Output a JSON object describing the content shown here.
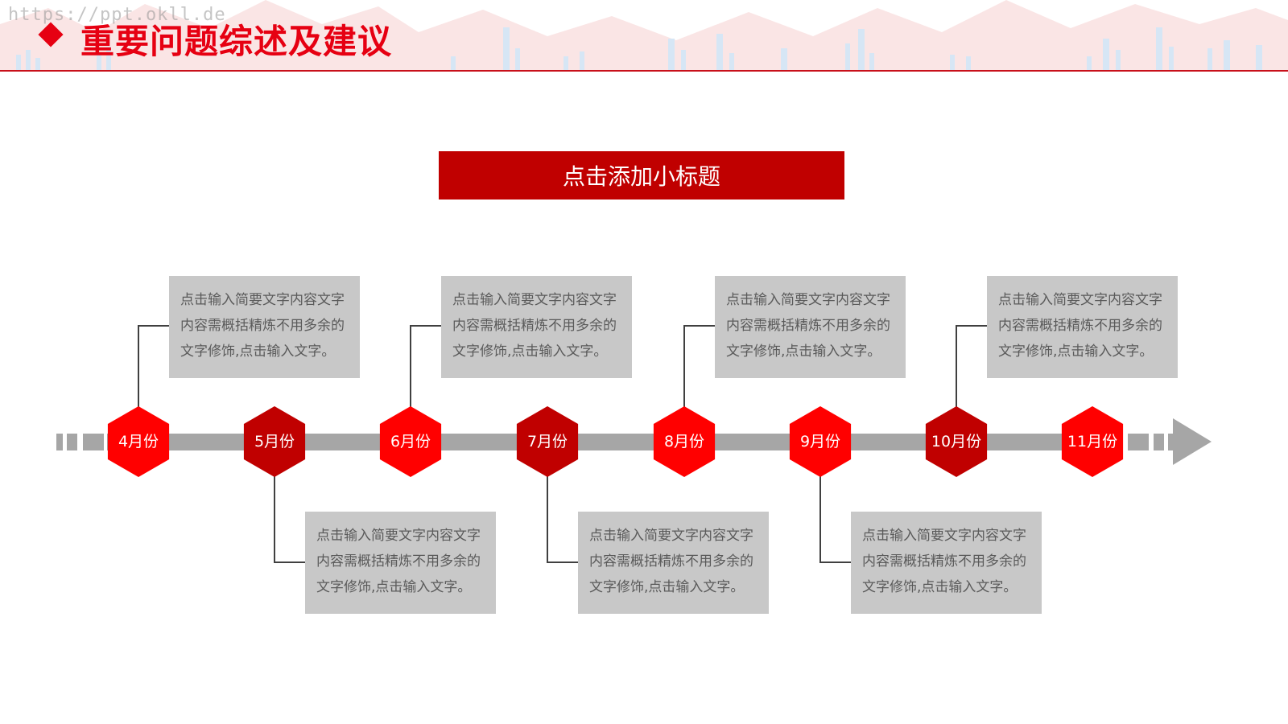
{
  "header": {
    "watermark": "https://ppt.okll.de",
    "title": "重要问题综述及建议"
  },
  "subtitle": {
    "text": "点击添加小标题",
    "color": "#c00000"
  },
  "colors": {
    "accent": "#e60012",
    "hex_bright": "#ff0000",
    "hex_dark": "#c00000",
    "track": "#a6a6a6",
    "note_bg": "#c8c8c8"
  },
  "timeline": {
    "months": [
      {
        "label": "4月份",
        "tone": "bright",
        "note": "above"
      },
      {
        "label": "5月份",
        "tone": "dark",
        "note": "below"
      },
      {
        "label": "6月份",
        "tone": "bright",
        "note": "above"
      },
      {
        "label": "7月份",
        "tone": "dark",
        "note": "below"
      },
      {
        "label": "8月份",
        "tone": "bright",
        "note": "above"
      },
      {
        "label": "9月份",
        "tone": "bright",
        "note": "below"
      },
      {
        "label": "10月份",
        "tone": "dark",
        "note": "above"
      },
      {
        "label": "11月份",
        "tone": "bright",
        "note": "none"
      }
    ],
    "notes": [
      "点击输入简要文字内容文字内容需概括精炼不用多余的文字修饰,点击输入文字。",
      "点击输入简要文字内容文字内容需概括精炼不用多余的文字修饰,点击输入文字。",
      "点击输入简要文字内容文字内容需概括精炼不用多余的文字修饰,点击输入文字。",
      "点击输入简要文字内容文字内容需概括精炼不用多余的文字修饰,点击输入文字。",
      "点击输入简要文字内容文字内容需概括精炼不用多余的文字修饰,点击输入文字。",
      "点击输入简要文字内容文字内容需概括精炼不用多余的文字修饰,点击输入文字。",
      "点击输入简要文字内容文字内容需概括精炼不用多余的文字修饰,点击输入文字。"
    ]
  }
}
